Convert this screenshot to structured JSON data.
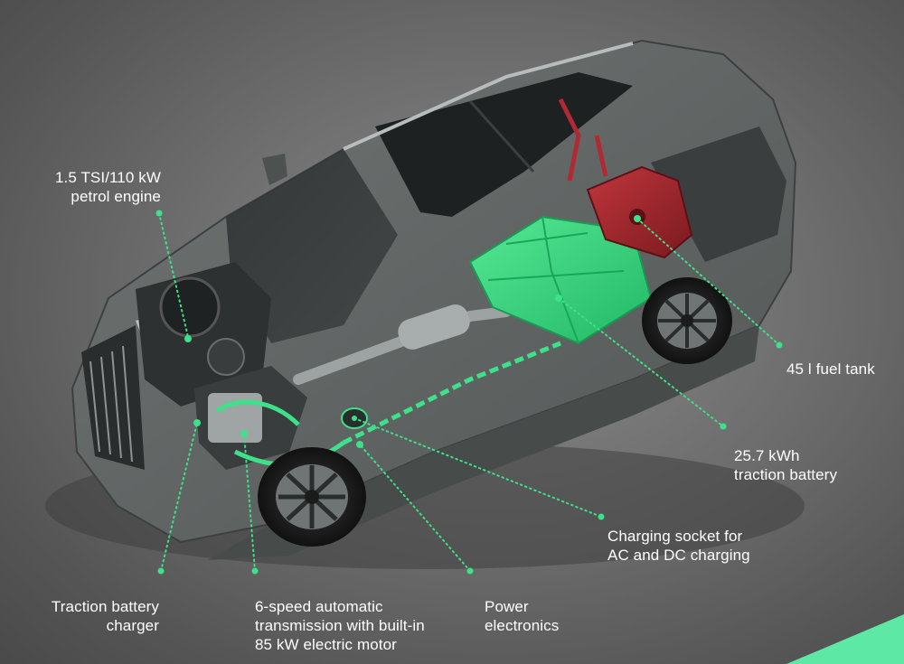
{
  "callouts": {
    "petrol_engine": {
      "line1": "1.5 TSI/110 kW",
      "line2": "petrol engine"
    },
    "fuel_tank": {
      "line1": "45 l fuel tank"
    },
    "traction_battery": {
      "line1": "25.7 kWh",
      "line2": "traction battery"
    },
    "charging_socket": {
      "line1": "Charging socket for",
      "line2": "AC and DC charging"
    },
    "battery_charger": {
      "line1": "Traction battery",
      "line2": "charger"
    },
    "transmission": {
      "line1": "6-speed automatic",
      "line2": "transmission with built-in",
      "line3": "85 kW electric motor"
    },
    "power_electronics": {
      "line1": "Power",
      "line2": "electronics"
    }
  },
  "colors": {
    "accent_green": "#3ee08a",
    "battery_green": "#2fd27a",
    "tank_red": "#a3242c",
    "body_grey": "#5f6462",
    "label_text": "#ffffff"
  }
}
